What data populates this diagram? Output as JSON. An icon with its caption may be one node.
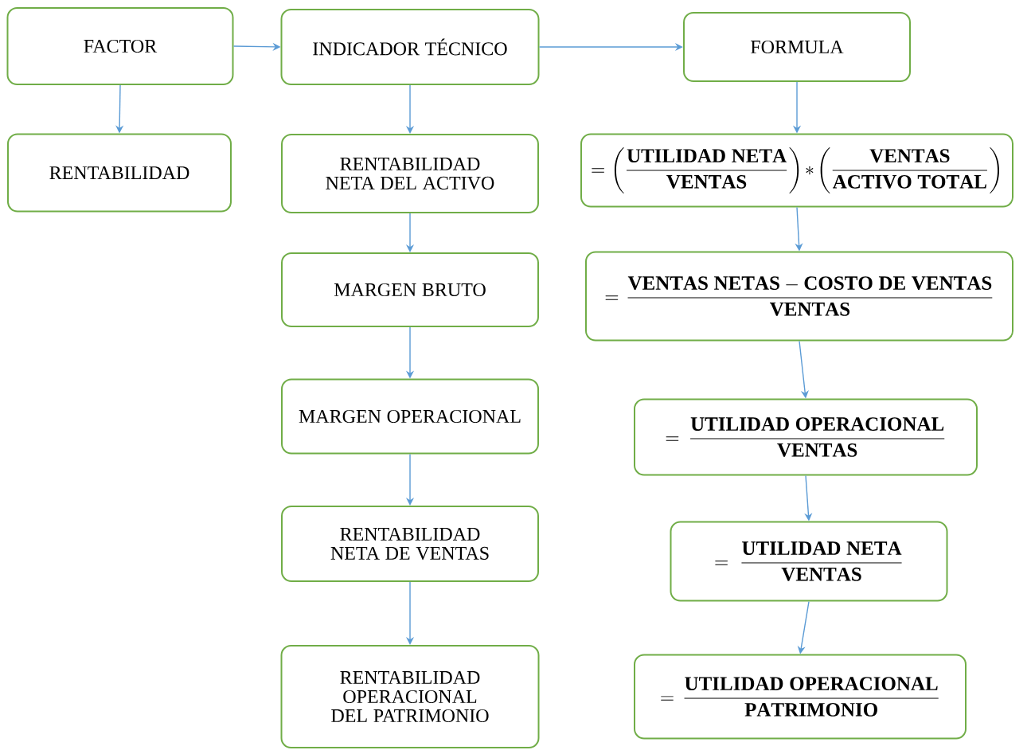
{
  "diagram": {
    "nodes": [
      {
        "text": [
          "FACTOR"
        ]
      },
      {
        "text": [
          "INDICADOR TÉCNICO"
        ]
      },
      {
        "text": [
          "FORMULA"
        ]
      },
      {
        "text": [
          "RENTABILIDAD"
        ]
      },
      {
        "text": [
          "RENTABILIDAD NETA DEL ACTIVO"
        ]
      },
      {
        "text": [
          "MARGEN BRUTO"
        ]
      },
      {
        "text": [
          "MARGEN OPERACIONAL"
        ]
      },
      {
        "text": [
          "RENTABILIDAD NETA DE VENTAS"
        ]
      },
      {
        "text": [
          "RENTABILIDAD OPERACIONAL DEL PATRIMONIO"
        ]
      },
      {
        "text": [
          "=\\left(\\frac{\\mathbf{UTILIDAD\\ NETA}}{\\mathbf{VENTAS}}\\right)*\\left(\\frac{\\mathbf{VENTAS}}{\\mathbf{ACTIVO\\ TOTAL}}\\right)"
        ]
      },
      {
        "text": [
          "=\\frac{\\mathbf{VENTAS\\ NETAS}-\\mathbf{COSTO\\ DE\\ VENTAS}}{\\mathbf{VENTAS}}"
        ]
      },
      {
        "text": [
          "=\\frac{\\mathbf{UTILIDAD\\ OPERACIONAL}}{\\mathbf{VENTAS}}"
        ]
      },
      {
        "text": [
          "=\\frac{\\mathbf{UTILIDAD\\ NETA}}{\\mathbf{VENTAS}}"
        ]
      },
      {
        "text": [
          "=\\frac{\\mathbf{UTILIDAD\\ OPERACIONAL}}{\\mathbf{PATRIMONIO}}"
        ]
      }
    ],
    "edges": [
      {
        "from": 0,
        "to": 1,
        "arrow": "to"
      },
      {
        "from": 1,
        "to": 2,
        "arrow": "to"
      },
      {
        "from": 0,
        "to": 3,
        "arrow": "to"
      },
      {
        "from": 1,
        "to": 4,
        "arrow": "to"
      },
      {
        "from": 4,
        "to": 5,
        "arrow": "to"
      },
      {
        "from": 5,
        "to": 6,
        "arrow": "to"
      },
      {
        "from": 6,
        "to": 7,
        "arrow": "to"
      },
      {
        "from": 7,
        "to": 8,
        "arrow": "to"
      },
      {
        "from": 2,
        "to": 9,
        "arrow": "to"
      },
      {
        "from": 9,
        "to": 10,
        "arrow": "to"
      },
      {
        "from": 10,
        "to": 11,
        "arrow": "to"
      },
      {
        "from": 11,
        "to": 12,
        "arrow": "to"
      },
      {
        "from": 12,
        "to": 13,
        "arrow": "to"
      }
    ]
  }
}
